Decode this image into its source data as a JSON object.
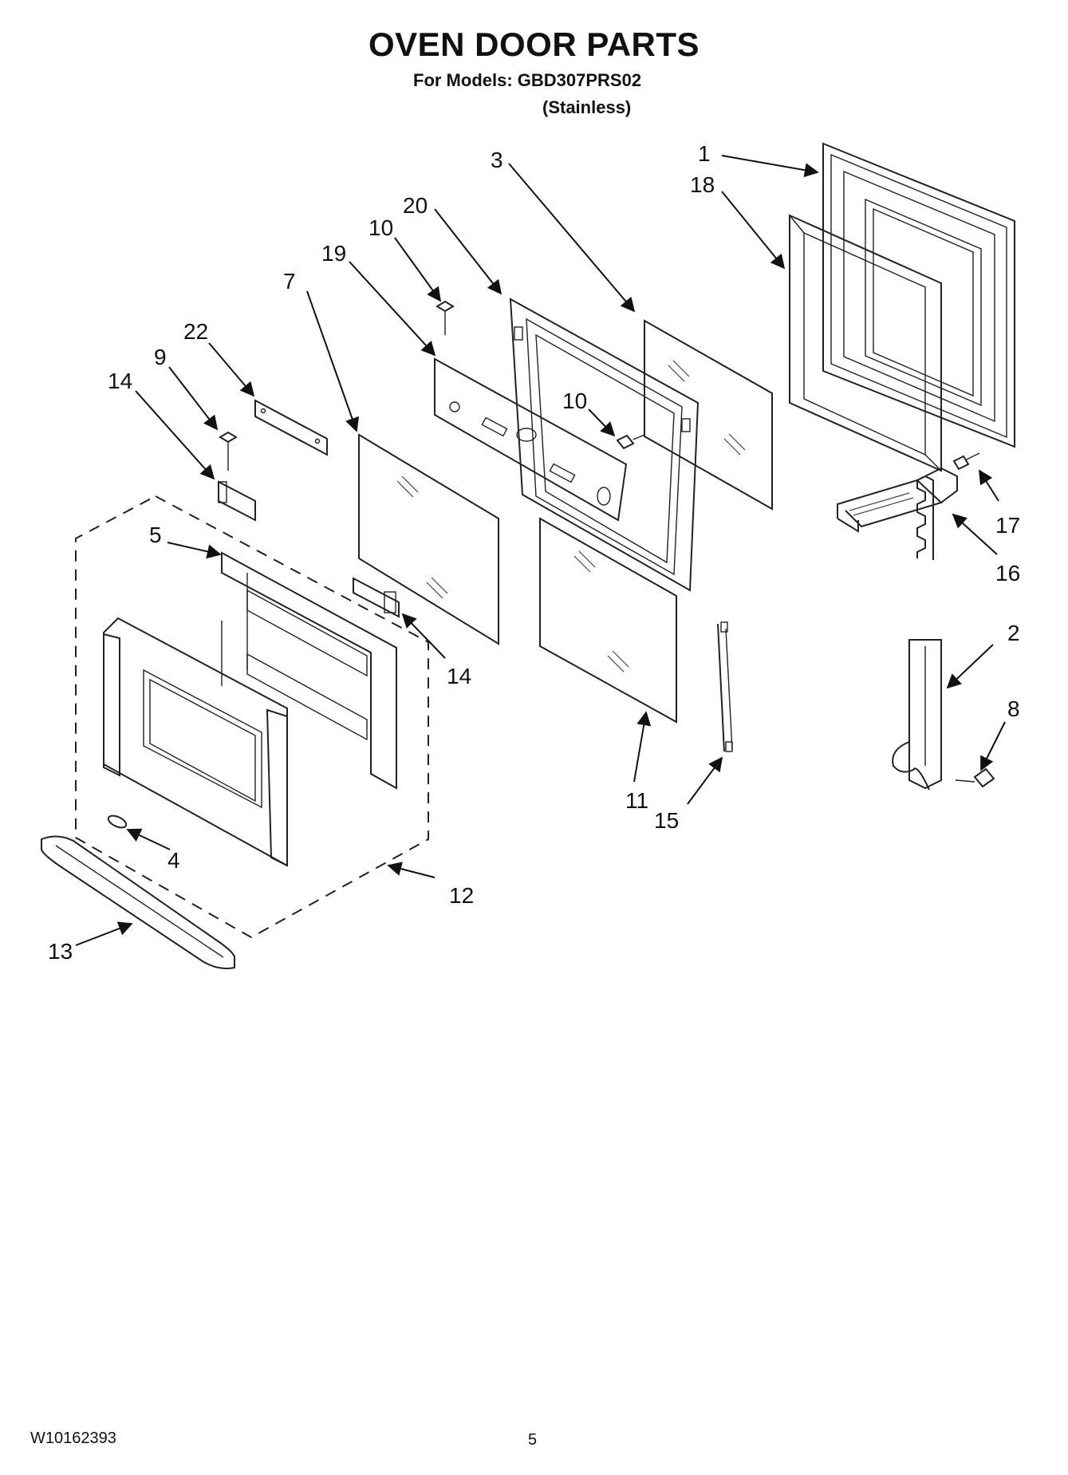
{
  "header": {
    "title": "OVEN DOOR PARTS",
    "models_line": "For Models: GBD307PRS02",
    "finish_line": "(Stainless)"
  },
  "callouts": {
    "c1": "1",
    "c2": "2",
    "c3": "3",
    "c4": "4",
    "c5": "5",
    "c7": "7",
    "c8": "8",
    "c9": "9",
    "c10a": "10",
    "c10b": "10",
    "c11": "11",
    "c12": "12",
    "c13": "13",
    "c14a": "14",
    "c14b": "14",
    "c15": "15",
    "c16": "16",
    "c17": "17",
    "c18": "18",
    "c19": "19",
    "c20": "20",
    "c22": "22"
  },
  "footer": {
    "doc_number": "W10162393",
    "page_number": "5"
  }
}
